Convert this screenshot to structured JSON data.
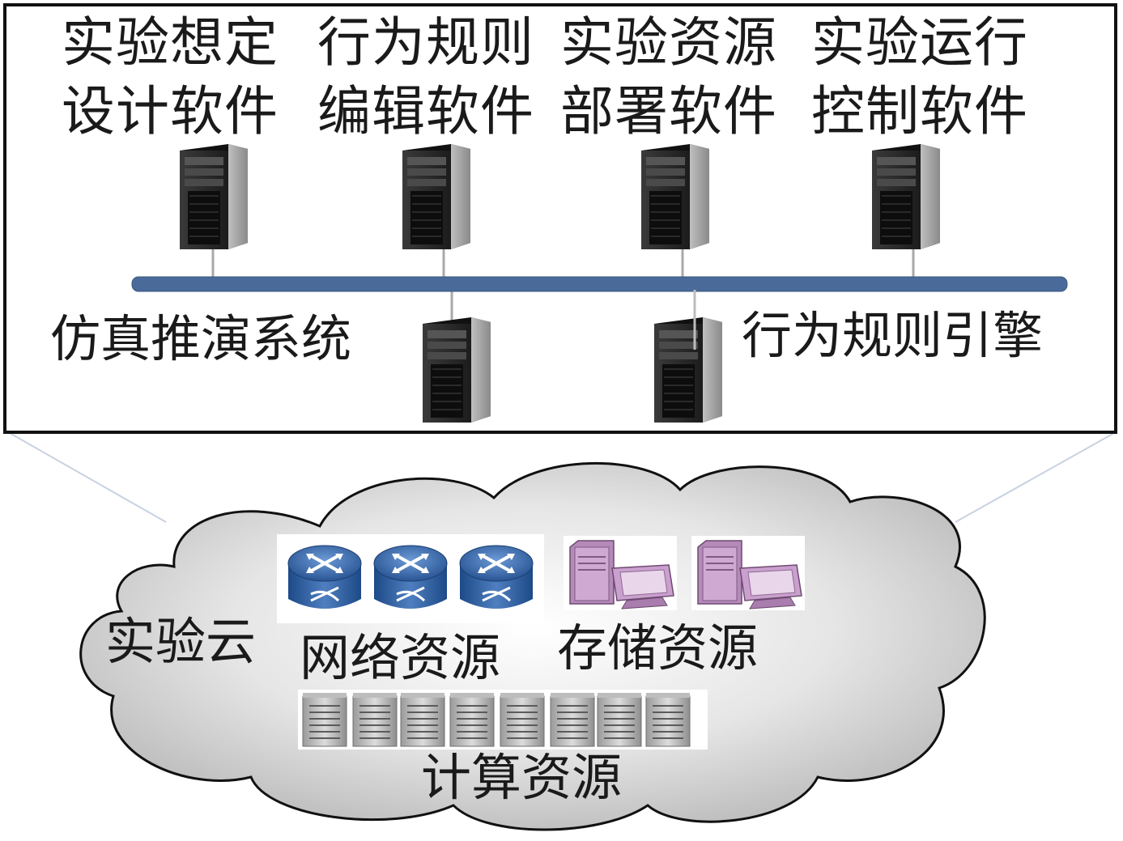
{
  "top_panel": {
    "software": [
      {
        "line1": "实验想定",
        "line2": "设计软件"
      },
      {
        "line1": "行为规则",
        "line2": "编辑软件"
      },
      {
        "line1": "实验资源",
        "line2": "部署软件"
      },
      {
        "line1": "实验运行",
        "line2": "控制软件"
      }
    ],
    "sim_system_label": "仿真推演系统",
    "rule_engine_label": "行为规则引擎"
  },
  "cloud": {
    "title": "实验云",
    "network_label": "网络资源",
    "storage_label": "存储资源",
    "compute_label": "计算资源",
    "router_count": 3,
    "storage_count": 2,
    "compute_count": 8
  },
  "colors": {
    "bus": "#4a6a9a",
    "frame": "#1a1a1a",
    "router": "#2f5f9e",
    "storage": "#c9a6cc",
    "cloud_fill_center": "#ffffff",
    "cloud_fill_edge": "#bdbdbd"
  }
}
